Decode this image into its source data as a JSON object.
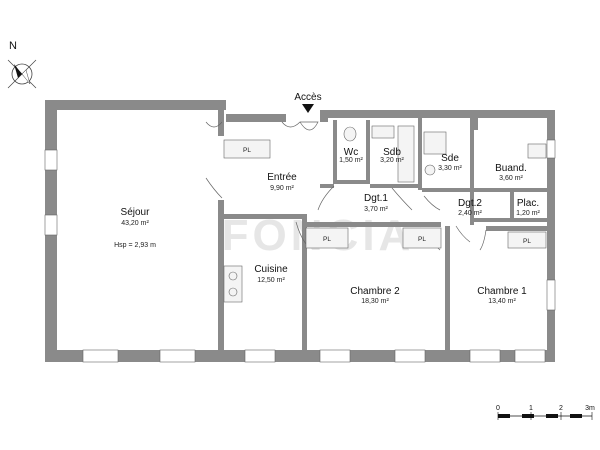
{
  "compass": {
    "label": "N"
  },
  "access": {
    "label": "Accès"
  },
  "rooms": [
    {
      "id": "sejour",
      "name": "Séjour",
      "area": "43,20 m²",
      "extra": "Hsp = 2,93 m"
    },
    {
      "id": "entree",
      "name": "Entrée",
      "area": "9,90 m²"
    },
    {
      "id": "wc",
      "name": "Wc",
      "area": "1,50 m²"
    },
    {
      "id": "sdb",
      "name": "Sdb",
      "area": "3,20 m²"
    },
    {
      "id": "sde",
      "name": "Sde",
      "area": "3,30 m²"
    },
    {
      "id": "buand",
      "name": "Buand.",
      "area": "3,60 m²"
    },
    {
      "id": "dgt1",
      "name": "Dgt.1",
      "area": "3,70 m²"
    },
    {
      "id": "dgt2",
      "name": "Dgt.2",
      "area": "2,40 m²"
    },
    {
      "id": "plac",
      "name": "Plac.",
      "area": "1,20 m²"
    },
    {
      "id": "cuisine",
      "name": "Cuisine",
      "area": "12,50 m²"
    },
    {
      "id": "chambre2",
      "name": "Chambre 2",
      "area": "18,30 m²"
    },
    {
      "id": "chambre1",
      "name": "Chambre 1",
      "area": "13,40 m²"
    }
  ],
  "closets": {
    "label": "PL"
  },
  "scale": {
    "ticks": [
      "0",
      "1",
      "2",
      "3m"
    ]
  },
  "watermark": "FONCIA"
}
